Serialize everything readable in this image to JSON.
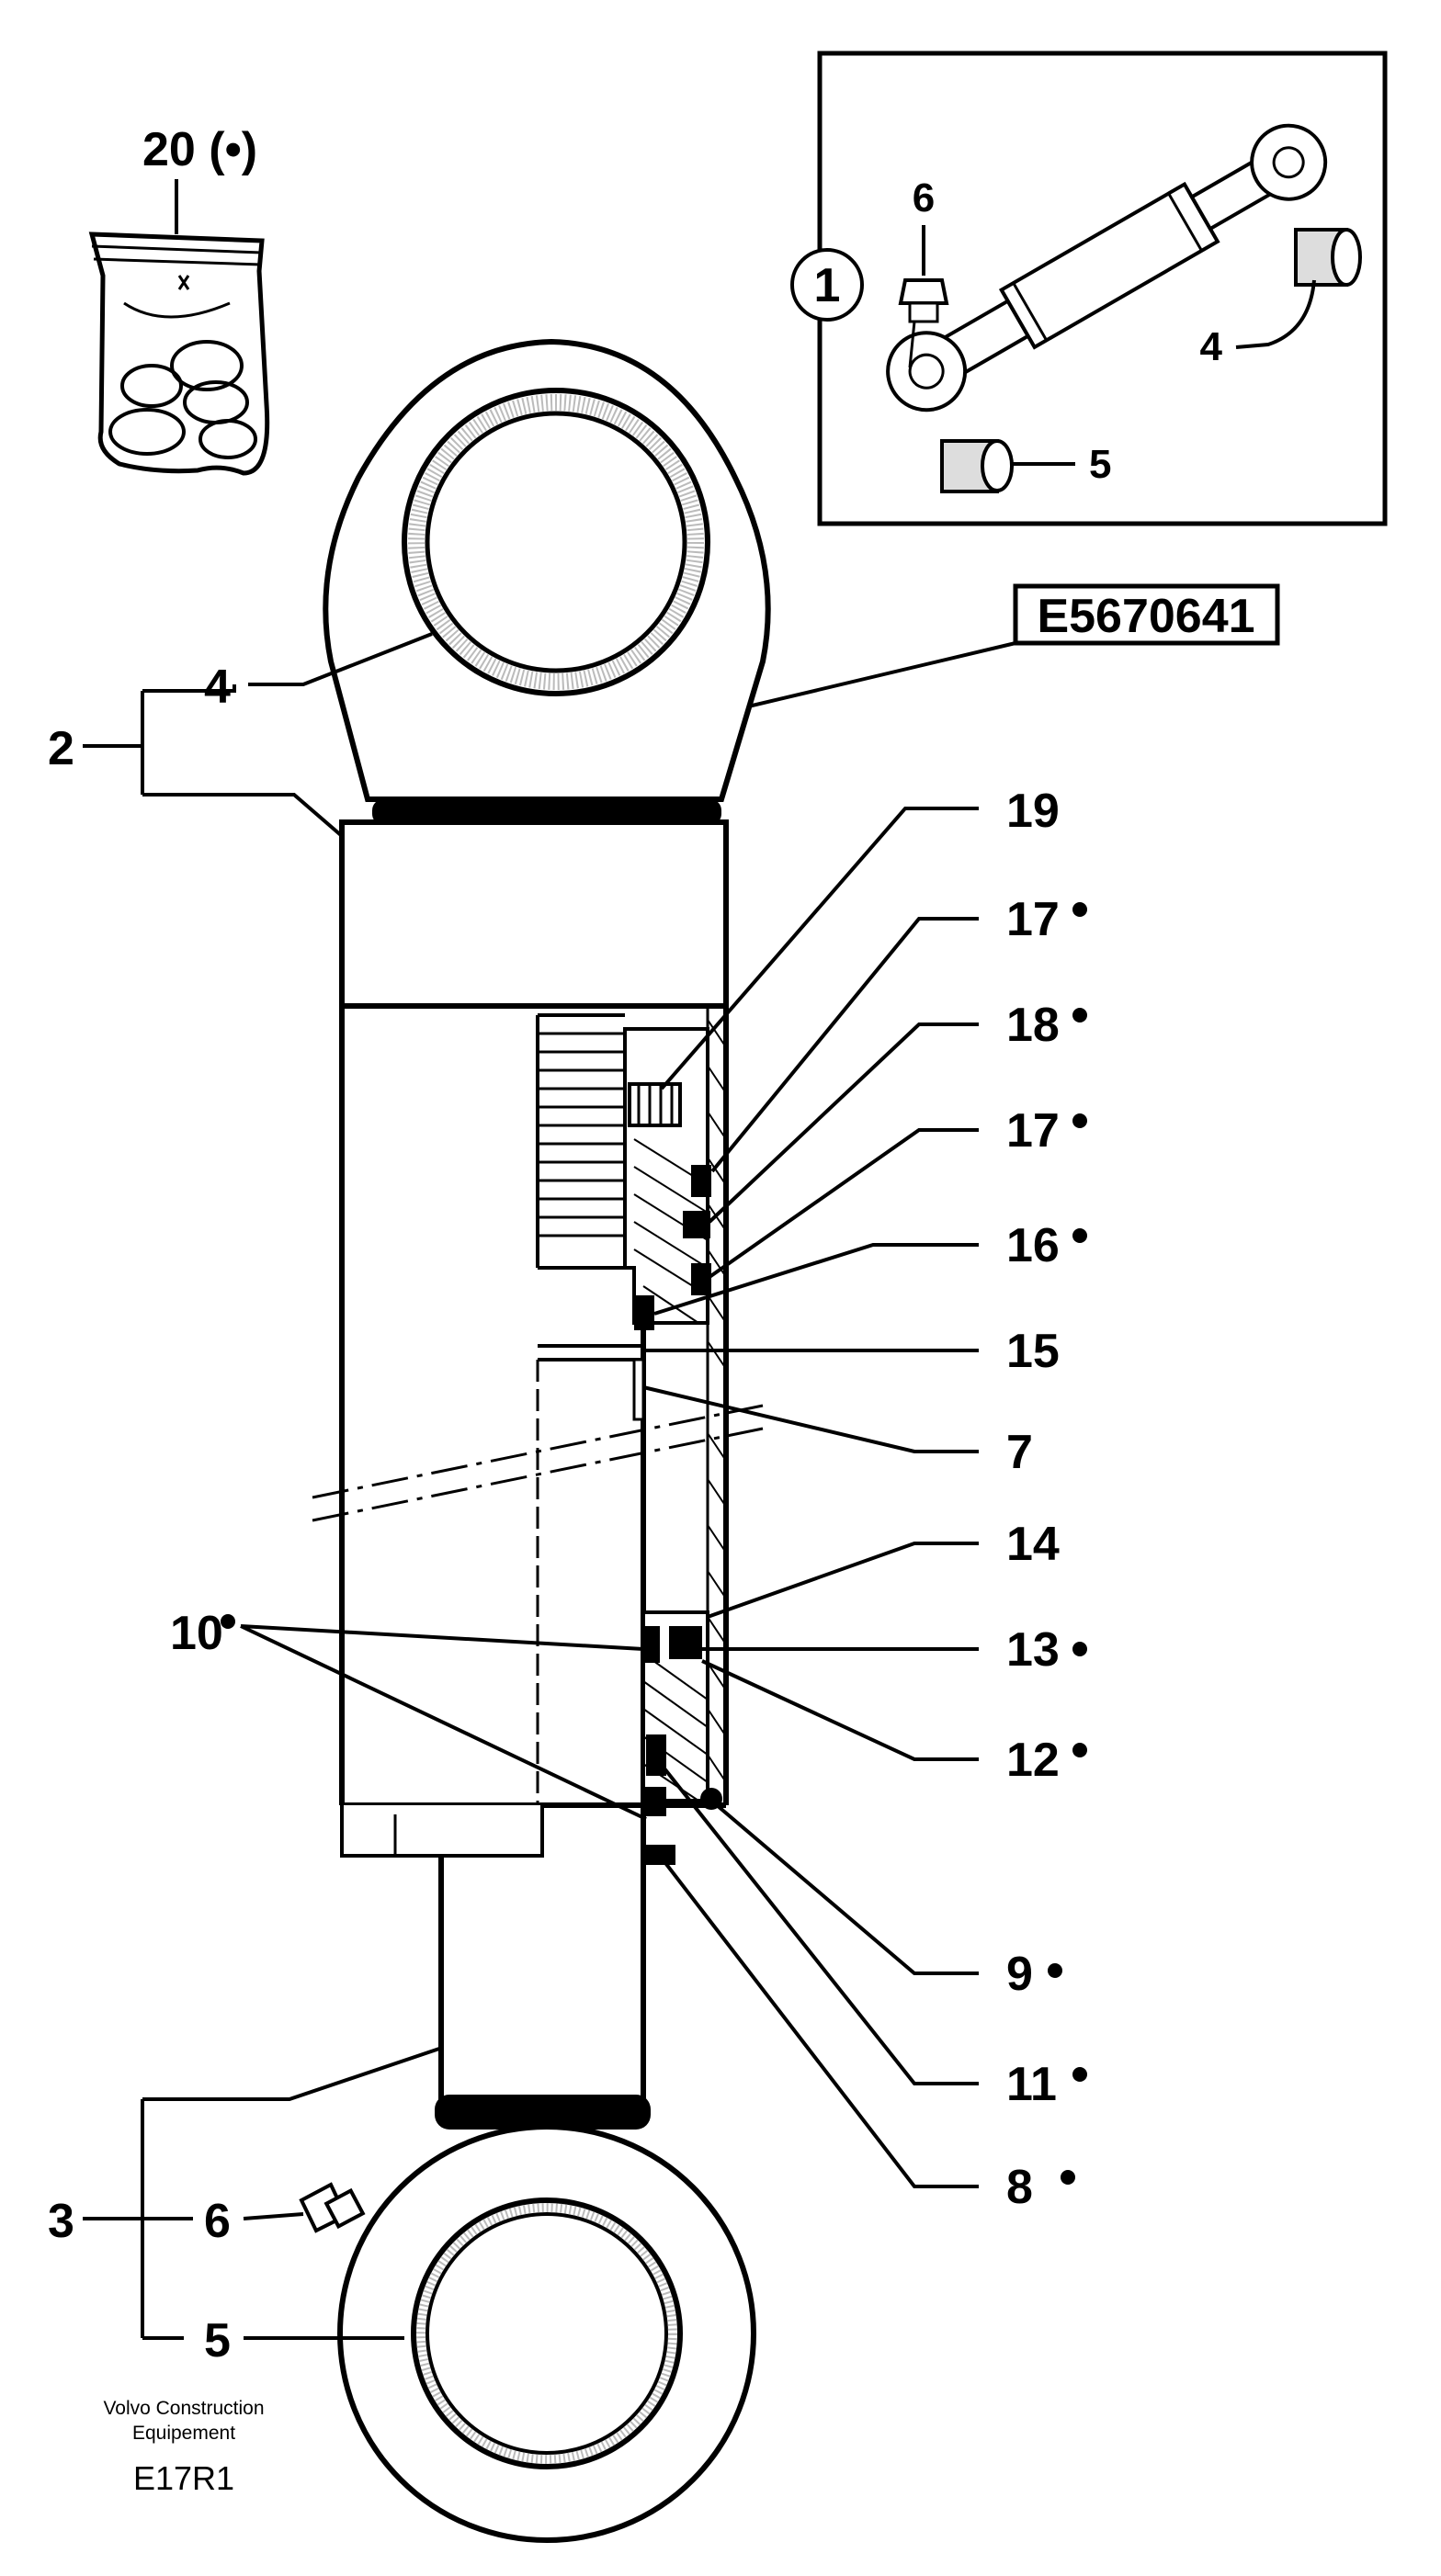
{
  "diagram": {
    "kit_label": "20 (•)",
    "part_number": "E5670641",
    "inset_callouts": {
      "assembly": "1",
      "nipple": "6",
      "bush_top": "4",
      "bush_bottom": "5"
    },
    "labels": {
      "l19": "19",
      "l17a": "17",
      "l18": "18",
      "l17b": "17",
      "l16": "16",
      "l15": "15",
      "l7": "7",
      "l14": "14",
      "l13": "13",
      "l12": "12",
      "l9": "9",
      "l11": "11",
      "l8": "8",
      "l10": "10",
      "l4": "4",
      "l2": "2",
      "l3": "3",
      "l6": "6",
      "l5": "5"
    },
    "manufacturer_line1": "Volvo Construction",
    "manufacturer_line2": "Equipement",
    "figure_code": "E17R1"
  }
}
